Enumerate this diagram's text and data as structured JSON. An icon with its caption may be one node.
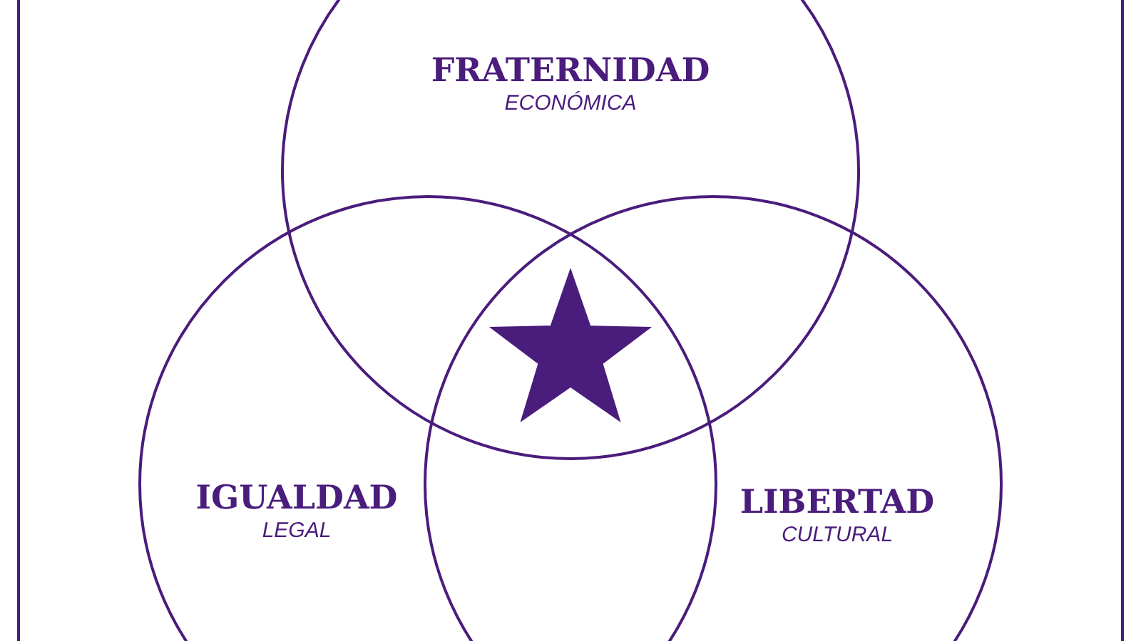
{
  "diagram": {
    "nodes": [
      {
        "text": [
          "FRATERNIDAD",
          "ECONÓMICA"
        ]
      },
      {
        "text": [
          "IGUALDAD",
          "LEGAL"
        ]
      },
      {
        "text": [
          "LIBERTAD",
          "CULTURAL"
        ]
      }
    ]
  }
}
